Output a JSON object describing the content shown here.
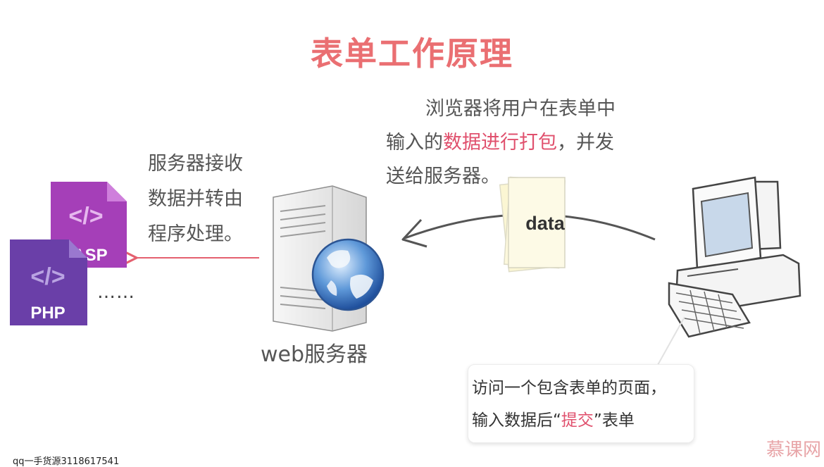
{
  "title": "表单工作原理",
  "browser_note": {
    "line1": "浏览器将用户在表单中",
    "line2_prefix": "输入的",
    "line2_highlight": "数据进行打包",
    "line2_suffix": "，并发",
    "line3": "送给服务器。"
  },
  "server_note": {
    "line1": "服务器接收",
    "line2": "数据并转由",
    "line3": "程序处理。"
  },
  "server_label": "web服务器",
  "data_label": "data",
  "asp_label": "ASP",
  "php_label": "PHP",
  "ellipsis": "……",
  "submit_note": {
    "line1": "访问一个包含表单的页面，",
    "line2_prefix": "输入数据后“",
    "line2_highlight": "提交",
    "line2_suffix": "”表单"
  },
  "watermark_left": "qq一手货源3118617541",
  "watermark_right": "慕课网",
  "colors": {
    "title": "#ea6f72",
    "highlight": "#e0506d",
    "asp_card": "#a53fb8",
    "php_card": "#6a3fa8",
    "arrow_pink": "#e4606f",
    "arrow_gray": "#555555"
  }
}
